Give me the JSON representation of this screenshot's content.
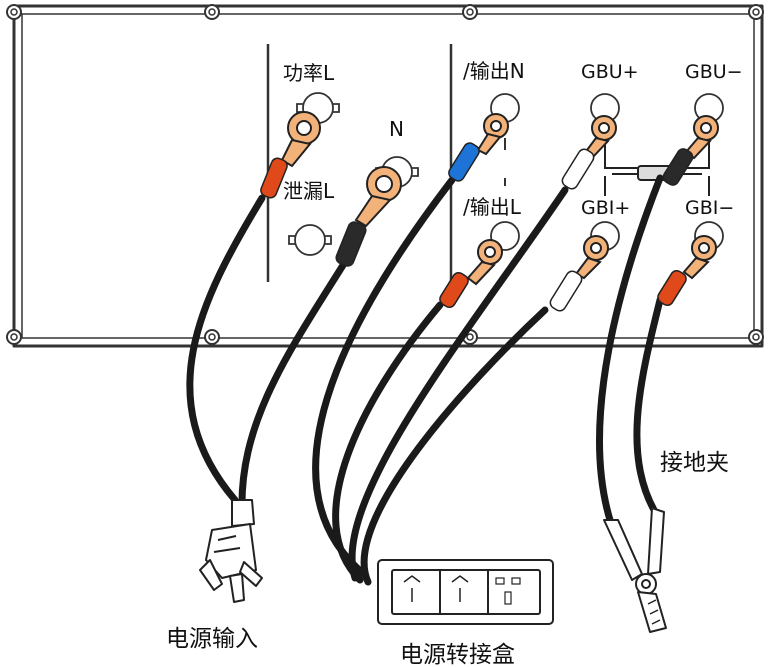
{
  "panel": {
    "labels": {
      "power_l": "功率L",
      "leak_l": "泄漏L",
      "n": "N",
      "out_n": "/输出N",
      "out_l": "/输出L",
      "gbu_plus": "GBU+",
      "gbu_minus": "GBU−",
      "gbi_plus": "GBI+",
      "gbi_minus": "GBI−"
    }
  },
  "captions": {
    "power_input": "电源输入",
    "adapter_box": "电源转接盒",
    "ground_clamp": "接地夹"
  },
  "colors": {
    "wire": "#1a1a1a",
    "lug": "#f2b27a",
    "red_sleeve": "#e04a1a",
    "blue_sleeve": "#1e74d6",
    "black_sleeve": "#2a2a2a",
    "white_sleeve": "#ffffff",
    "panel_stroke": "#333333"
  }
}
